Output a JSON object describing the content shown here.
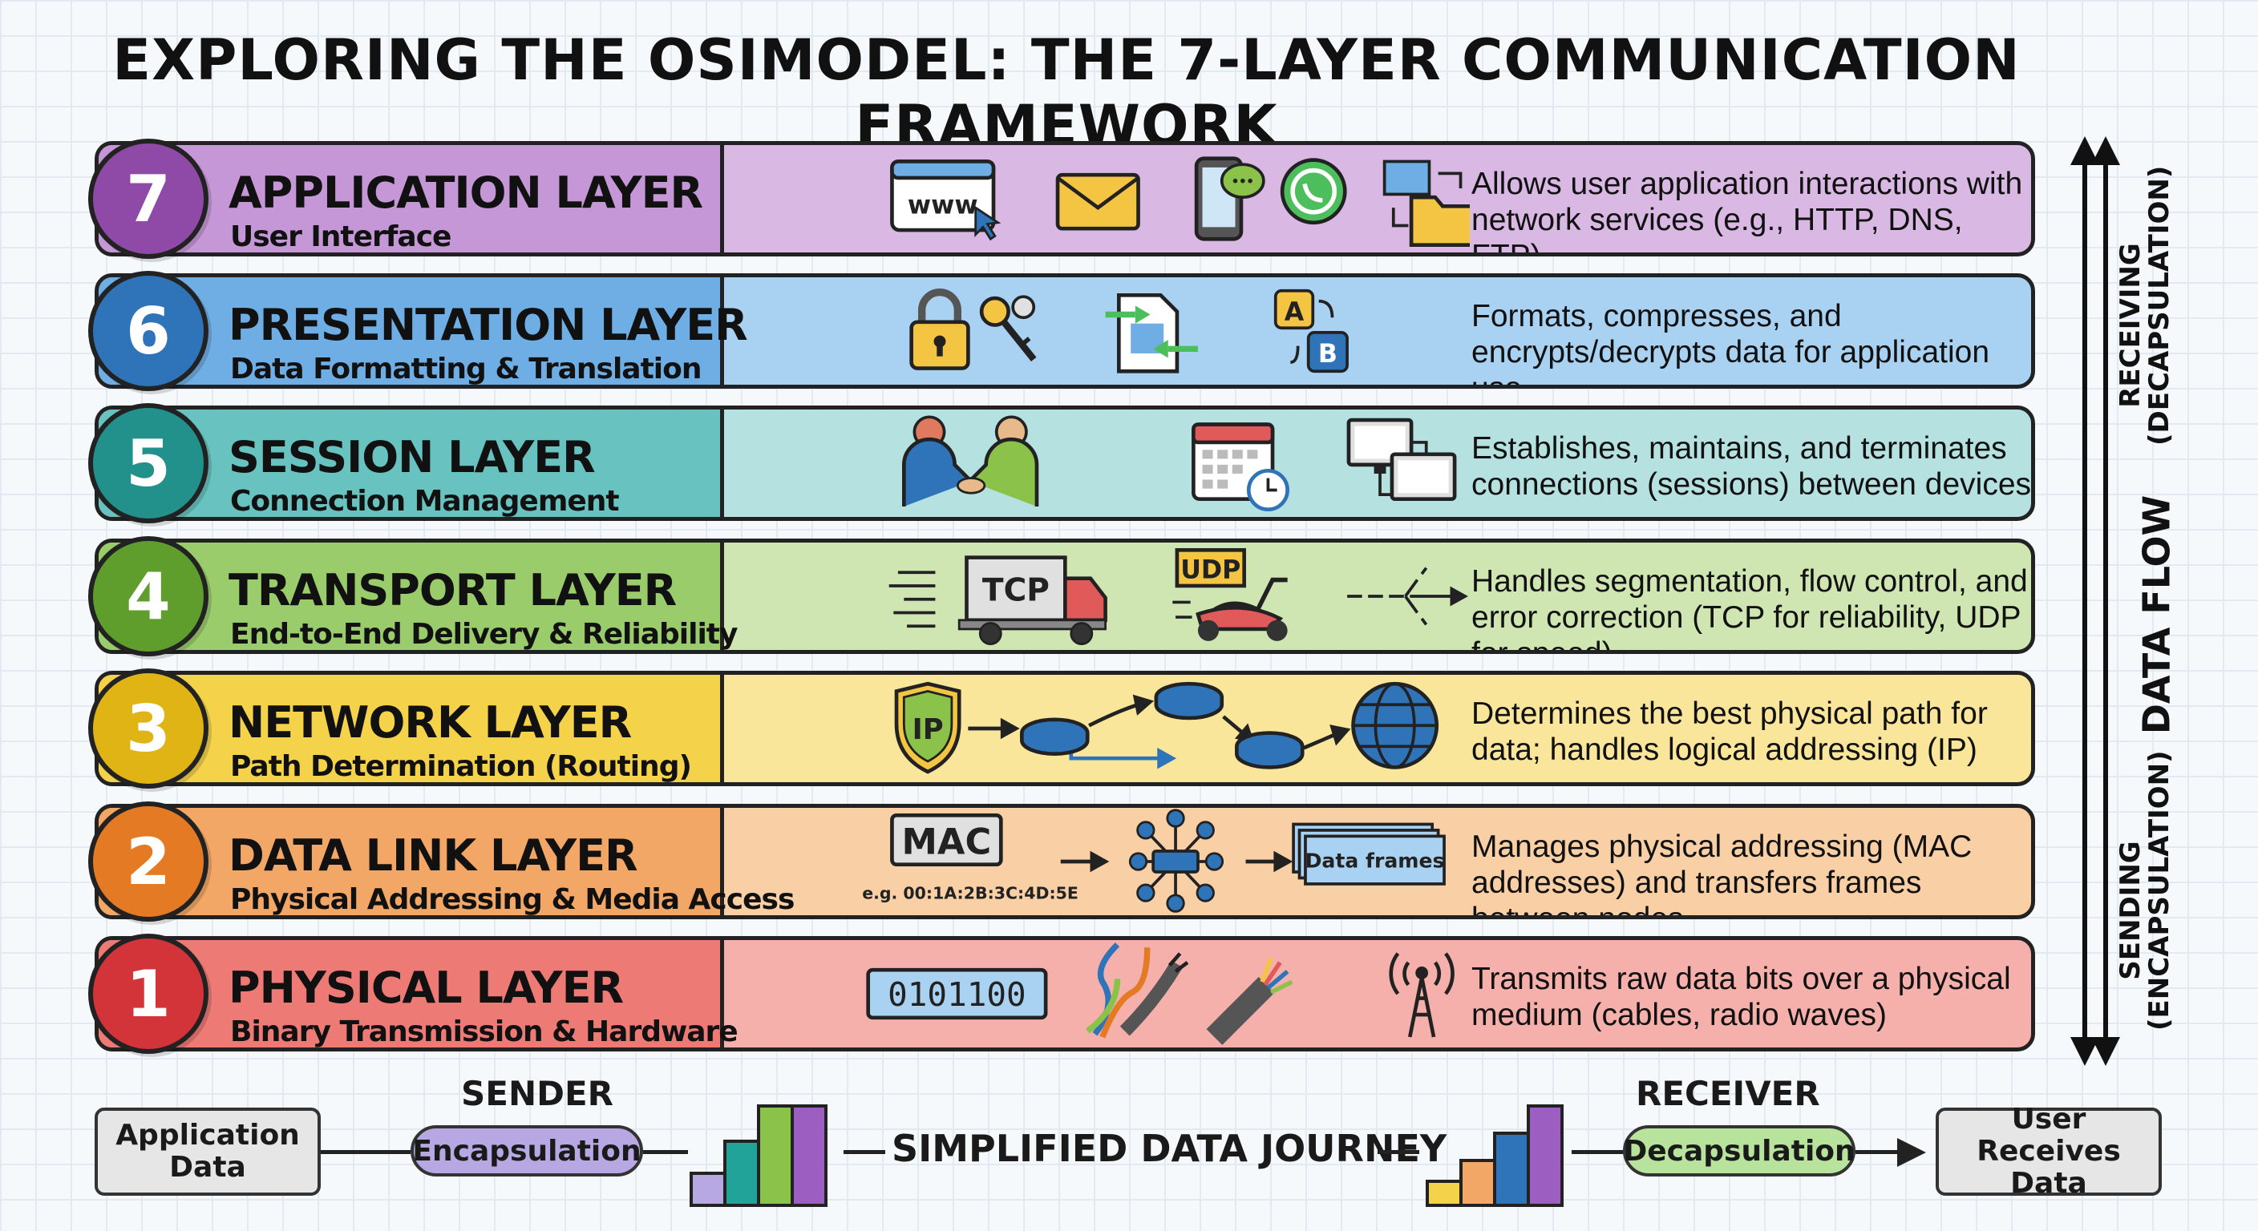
{
  "title": "EXPLORING THE OSIMODEL: THE 7-LAYER COMMUNICATION FRAMEWORK",
  "layers": [
    {
      "number": "7",
      "name": "APPLICATION LAYER",
      "subtitle": "User Interface",
      "description": "Allows user application interactions with network services (e.g., HTTP, DNS, FTP)",
      "color": "#d9b8e4",
      "badge_color": "#8e4aa6",
      "panel_color": "#c597d6",
      "icons": [
        "www-browser-icon",
        "envelope-icon",
        "smartphone-chat-icon",
        "whatsapp-icon",
        "folder-transfer-icon"
      ],
      "icon_texts": {
        "www": "www"
      }
    },
    {
      "number": "6",
      "name": "PRESENTATION LAYER",
      "subtitle": "Data Formatting & Translation",
      "description": "Formats, compresses, and encrypts/decrypts data for application use",
      "color": "#a9d1f1",
      "badge_color": "#2f74b8",
      "panel_color": "#6eaee4",
      "icons": [
        "padlock-icon",
        "keys-icon",
        "document-convert-icon",
        "translate-ab-icon"
      ],
      "icon_texts": {
        "a": "A",
        "b": "B"
      }
    },
    {
      "number": "5",
      "name": "SESSION LAYER",
      "subtitle": "Connection Management",
      "description": "Establishes, maintains, and terminates connections (sessions) between devices",
      "color": "#b5e2e1",
      "badge_color": "#22918c",
      "panel_color": "#68c3c0",
      "icons": [
        "handshake-icon",
        "calendar-clock-icon",
        "connected-computers-icon"
      ]
    },
    {
      "number": "4",
      "name": "TRANSPORT LAYER",
      "subtitle": "End-to-End Delivery & Reliability",
      "description": "Handles segmentation, flow control, and error correction (TCP for reliability, UDP for speed)",
      "color": "#cfe6b2",
      "badge_color": "#5f9e2c",
      "panel_color": "#9bcc6c",
      "icons": [
        "speed-lines-icon",
        "tcp-truck-icon",
        "udp-scooter-icon",
        "split-arrow-icon"
      ],
      "icon_texts": {
        "tcp": "TCP",
        "udp": "UDP"
      }
    },
    {
      "number": "3",
      "name": "NETWORK LAYER",
      "subtitle": "Path Determination (Routing)",
      "description": "Determines the best physical path for data; handles logical addressing (IP)",
      "color": "#fae69a",
      "badge_color": "#e0b414",
      "panel_color": "#f4d34a",
      "icons": [
        "ip-shield-icon",
        "router-icon",
        "router-icon",
        "router-icon",
        "globe-icon"
      ],
      "icon_texts": {
        "ip": "IP"
      }
    },
    {
      "number": "2",
      "name": "DATA LINK LAYER",
      "subtitle": "Physical Addressing & Media Access",
      "description": "Manages physical addressing (MAC addresses) and transfers frames between nodes",
      "color": "#f9cfa6",
      "badge_color": "#e47b24",
      "panel_color": "#f3a766",
      "icons": [
        "mac-label-icon",
        "switch-hub-icon",
        "data-frames-icon"
      ],
      "icon_texts": {
        "mac": "MAC",
        "mac_example": "e.g. 00:1A:2B:3C:4D:5E",
        "frames": "Data frames"
      }
    },
    {
      "number": "1",
      "name": "PHYSICAL LAYER",
      "subtitle": "Binary Transmission & Hardware",
      "description": "Transmits raw data bits over a physical medium (cables, radio waves)",
      "color": "#f5b0ab",
      "badge_color": "#d2343a",
      "panel_color": "#ee7a76",
      "icons": [
        "binary-display-icon",
        "twisted-cable-icon",
        "fiber-cable-icon",
        "radio-tower-icon"
      ],
      "icon_texts": {
        "binary": "0101100"
      }
    }
  ],
  "side": {
    "top_label_1": "RECEIVING",
    "top_label_2": "(DECAPSULATION)",
    "middle_label": "DATA FLOW",
    "bottom_label_1": "SENDING",
    "bottom_label_2": "(ENCAPSULATION)"
  },
  "journey": {
    "start_box": "Application Data",
    "sender_label": "SENDER",
    "encapsulation": "Encapsulation",
    "center_label": "SIMPLIFIED DATA JOURNEY",
    "receiver_label": "RECEIVER",
    "decapsulation": "Decapsulation",
    "end_box": "User Receives Data",
    "colors": {
      "encapsulation": "#b7a8e3",
      "decapsulation": "#b8e39c",
      "bar_colors": [
        "#b7a8e3",
        "#21a39a",
        "#8bc34a",
        "#9c5fc1",
        "#f4d34a",
        "#f3a766",
        "#2f74b8",
        "#9c5fc1"
      ]
    }
  }
}
